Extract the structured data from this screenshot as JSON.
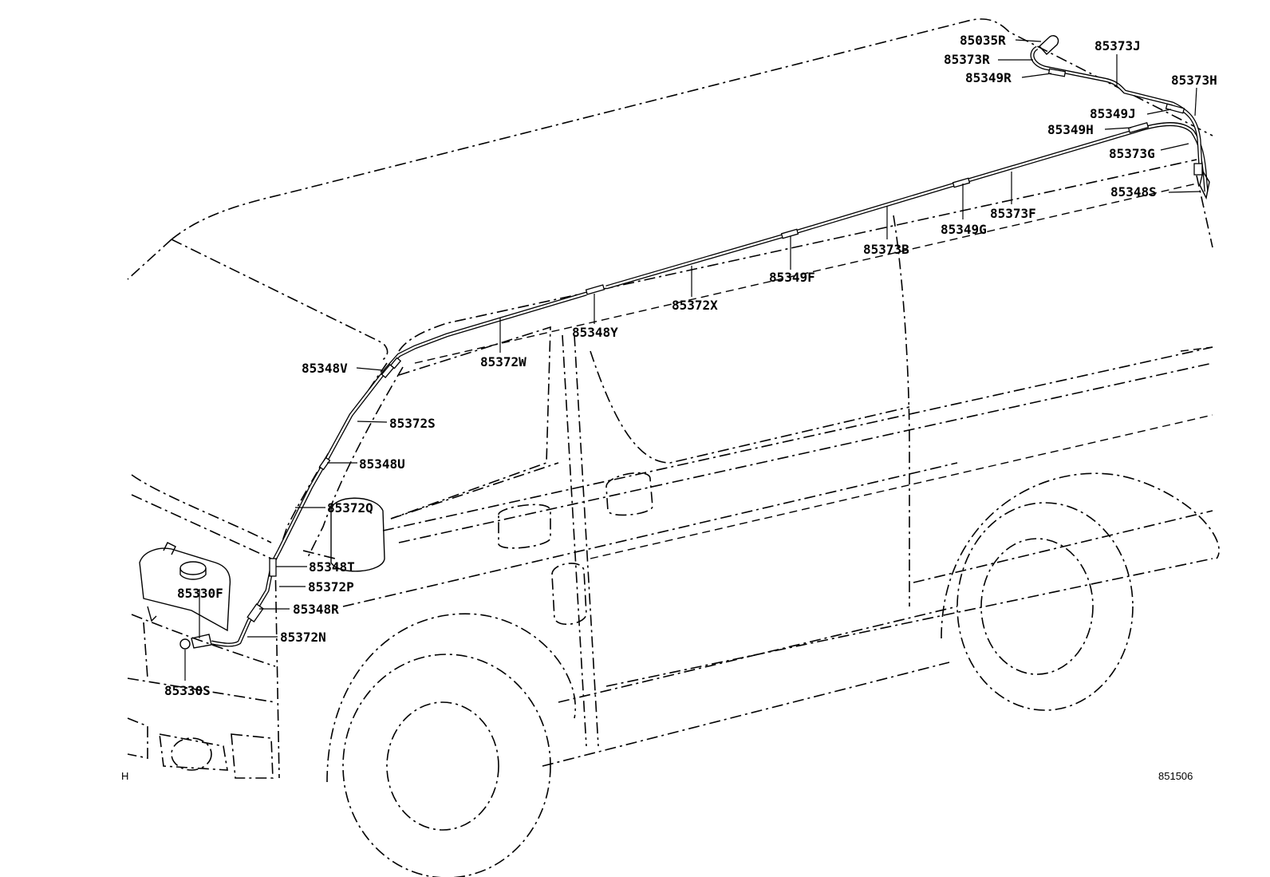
{
  "labels": {
    "p85035R": "85035R",
    "p85373R": "85373R",
    "p85349R": "85349R",
    "p85373J": "85373J",
    "p85373H": "85373H",
    "p85349J": "85349J",
    "p85349H": "85349H",
    "p85373G": "85373G",
    "p85348S": "85348S",
    "p85373F": "85373F",
    "p85349G": "85349G",
    "p85373B": "85373B",
    "p85349F": "85349F",
    "p85372X": "85372X",
    "p85348Y": "85348Y",
    "p85372W": "85372W",
    "p85348V": "85348V",
    "p85372S": "85372S",
    "p85348U": "85348U",
    "p85372Q": "85372Q",
    "p85348T": "85348T",
    "p85330F": "85330F",
    "p85372P": "85372P",
    "p85348R": "85348R",
    "p85372N": "85372N",
    "p85330S": "85330S"
  },
  "corner_marks": {
    "left": "H",
    "right": "851506"
  }
}
